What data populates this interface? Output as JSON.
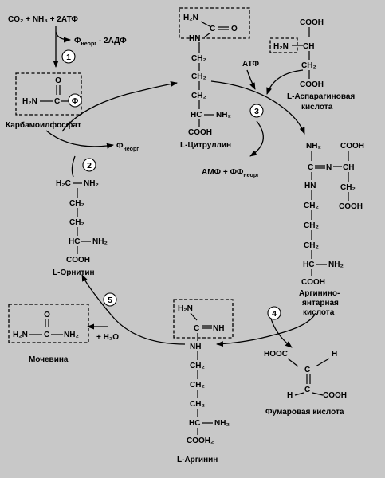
{
  "colors": {
    "background": "#c8c8c8",
    "ink": "#000000"
  },
  "top_reaction": {
    "reactants": "CO₂ + NH₃ + 2АТФ",
    "byproducts": "Ф",
    "byproducts_sub": "неорг",
    "byproducts_tail": " - 2АДФ"
  },
  "steps": [
    "1",
    "2",
    "3",
    "4",
    "5"
  ],
  "compounds": {
    "carbamoyl_phosphate": {
      "name": "Карбамоилфосфат",
      "o": "O",
      "h2n": "H₂N",
      "c": "C",
      "p": "Ф"
    },
    "citrulline": {
      "name": "L-Цитруллин",
      "box_h2n": "H₂N",
      "box_o": "O",
      "nh": "HN",
      "ch2a": "CH₂",
      "ch2b": "CH₂",
      "ch2c": "CH₂",
      "hc": "HC",
      "nh2": "NH₂",
      "cooh": "COOH"
    },
    "aspartate": {
      "name_line1": "L-Аспарагиновая",
      "name_line2": "кислота",
      "cooh1": "COOH",
      "h2n": "H₂N",
      "ch": "CH",
      "ch2": "CH₂",
      "cooh2": "COOH"
    },
    "argininosuccinate": {
      "name_line1": "Аргинино-",
      "name_line2": "янтарная",
      "name_line3": "кислота",
      "nh2": "NH₂",
      "c": "C",
      "n": "N",
      "ch": "CH",
      "cooh1": "COOH",
      "hn": "HN",
      "ch2r": "CH₂",
      "cooh2": "COOH",
      "ch2a": "CH₂",
      "ch2b": "CH₂",
      "ch2c": "CH₂",
      "hc": "HC",
      "nh2b": "NH₂",
      "cooh3": "COOH"
    },
    "ornithine": {
      "name": "L-Орнитин",
      "h2c": "H₂C",
      "nh2a": "NH₂",
      "ch2a": "CH₂",
      "ch2b": "CH₂",
      "hc": "HC",
      "nh2b": "NH₂",
      "cooh": "COOH"
    },
    "arginine": {
      "name": "L-Аргинин",
      "h2n": "H₂N",
      "c": "C",
      "nh_eq": "NH",
      "nh": "NH",
      "ch2a": "CH₂",
      "ch2b": "CH₂",
      "ch2c": "CH₂",
      "hc": "HC",
      "nh2": "NH₂",
      "cooh": "COOH₂"
    },
    "urea": {
      "name": "Мочевина",
      "h2n": "H₂N",
      "c": "C",
      "nh2": "NH₂",
      "o": "O"
    },
    "fumarate": {
      "name": "Фумаровая  кислота",
      "hooc": "HOOC",
      "h1": "H",
      "c1": "C",
      "c2": "C",
      "h2": "H",
      "cooh": "COOH"
    }
  },
  "side_products": {
    "phosphate_after_2": "Ф",
    "phosphate_after_2_sub": "неорг",
    "atp_in_3": "АТФ",
    "products_3": "АМФ + ФФ",
    "products_3_sub": "неорг",
    "water_5": "+ H₂O"
  }
}
